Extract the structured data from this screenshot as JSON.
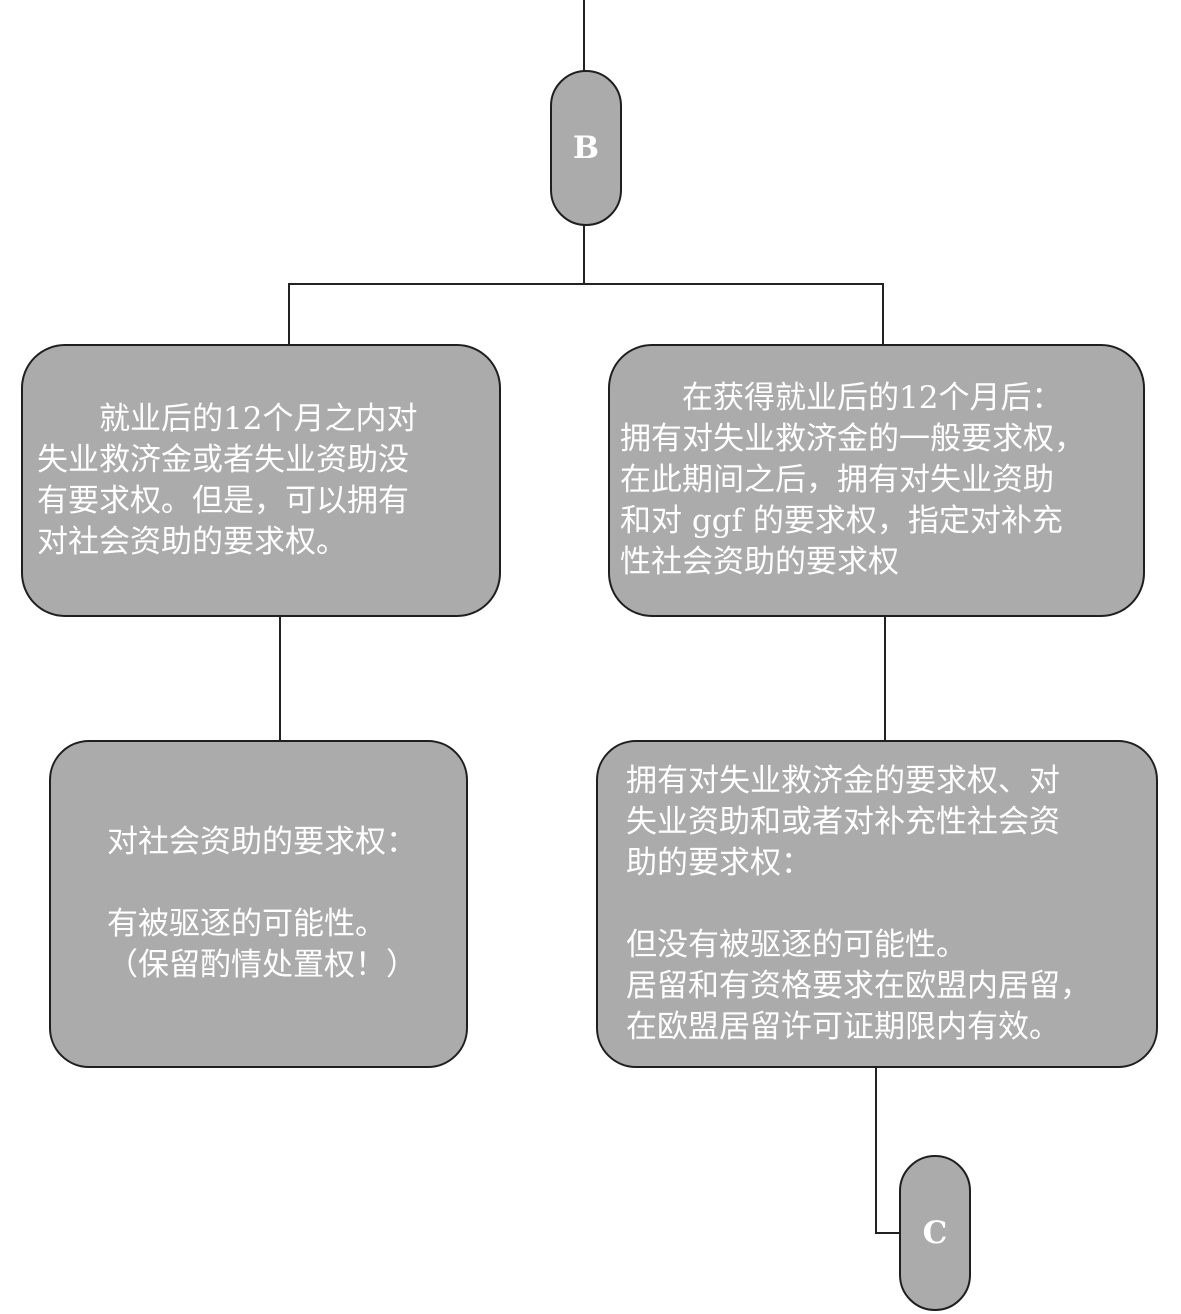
{
  "connectors": {
    "start": "B",
    "end": "C"
  },
  "nodes": {
    "left_top": {
      "lines": [
        "　　就业后的12个月之内对",
        "失业救济金或者失业资助没",
        "有要求权。但是，可以拥有",
        "对社会资助的要求权。"
      ]
    },
    "right_top": {
      "lines": [
        "　　在获得就业后的12个月后：",
        "拥有对失业救济金的一般要求权，",
        "在此期间之后，拥有对失业资助",
        "和对 ggf 的要求权，指定对补充",
        "性社会资助的要求权"
      ]
    },
    "left_bottom": {
      "line1": "对社会资助的要求权：",
      "line2": "有被驱逐的可能性。",
      "line3": "（保留酌情处置权！）"
    },
    "right_bottom": {
      "line1": "拥有对失业救济金的要求权、对",
      "line2": "失业资助和或者对补充性社会资",
      "line3": "助的要求权：",
      "line4": "但没有被驱逐的可能性。",
      "line5": "居留和有资格要求在欧盟内居留，",
      "line6": "在欧盟居留许可证期限内有效。"
    }
  }
}
